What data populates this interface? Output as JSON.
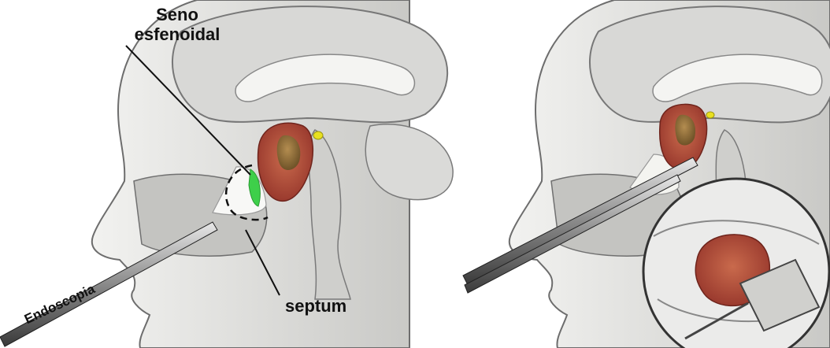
{
  "labels": {
    "seno_line1": "Seno",
    "seno_line2": "esfenoidal",
    "septum": "septum",
    "endoscopia": "Endoscopia"
  },
  "colors": {
    "tumor": "#b5473a",
    "tumor_core": "#8a6b3a",
    "green_highlight": "#3ecf4a",
    "yellow_gland": "#e8e020",
    "skin": "#e4e4e2",
    "line": "#555555"
  },
  "panels": [
    {
      "name": "left-panel",
      "icon": "sagittal-head-endoscope-icon"
    },
    {
      "name": "right-panel",
      "icon": "sagittal-head-surgery-inset-icon"
    }
  ]
}
